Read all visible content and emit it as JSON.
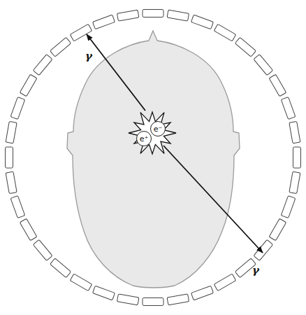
{
  "diagram": {
    "nodes": [
      {
        "text": [
          "e⁺"
        ]
      },
      {
        "text": [
          "e⁻"
        ]
      }
    ],
    "labels": [
      "γ",
      "γ"
    ]
  }
}
